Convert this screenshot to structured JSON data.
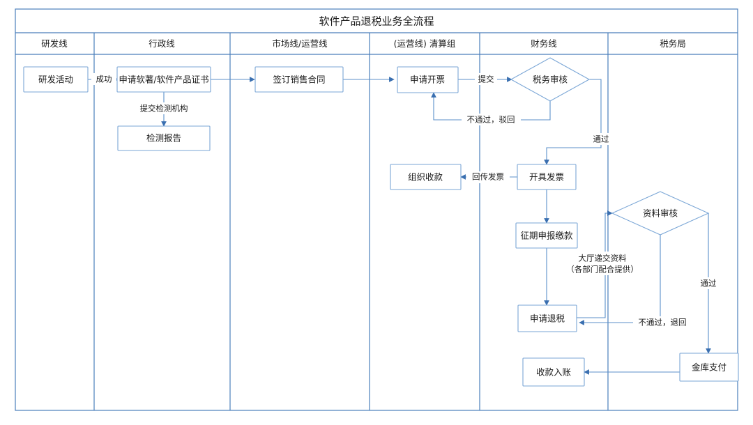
{
  "diagram": {
    "title": "软件产品退税业务全流程",
    "type": "swimlane-flowchart",
    "lanes": [
      {
        "id": "rd",
        "label": "研发线"
      },
      {
        "id": "admin",
        "label": "行政线"
      },
      {
        "id": "market",
        "label": "市场线/运营线"
      },
      {
        "id": "clear",
        "label": "(运营线) 清算组"
      },
      {
        "id": "finance",
        "label": "财务线"
      },
      {
        "id": "tax",
        "label": "税务局"
      }
    ],
    "nodes": [
      {
        "id": "n1",
        "lane": "rd",
        "shape": "box",
        "label": "研发活动"
      },
      {
        "id": "n2",
        "lane": "admin",
        "shape": "box",
        "label": "申请软著/软件产品证书"
      },
      {
        "id": "n3",
        "lane": "admin",
        "shape": "box",
        "label": "检测报告"
      },
      {
        "id": "n4",
        "lane": "market",
        "shape": "box",
        "label": "签订销售合同"
      },
      {
        "id": "n5",
        "lane": "clear",
        "shape": "box",
        "label": "申请开票"
      },
      {
        "id": "n6",
        "lane": "finance",
        "shape": "diamond",
        "label": "税务审核"
      },
      {
        "id": "n7",
        "lane": "finance",
        "shape": "box",
        "label": "开具发票"
      },
      {
        "id": "n8",
        "lane": "clear",
        "shape": "box",
        "label": "组织收款"
      },
      {
        "id": "n9",
        "lane": "finance",
        "shape": "box",
        "label": "征期申报缴款"
      },
      {
        "id": "n10",
        "lane": "tax",
        "shape": "diamond",
        "label": "资料审核"
      },
      {
        "id": "n11",
        "lane": "finance",
        "shape": "box",
        "label": "申请退税"
      },
      {
        "id": "n12",
        "lane": "tax",
        "shape": "box",
        "label": "金库支付"
      },
      {
        "id": "n13",
        "lane": "finance",
        "shape": "box",
        "label": "收款入账"
      }
    ],
    "edges": [
      {
        "id": "e1",
        "from": "n1",
        "to": "n2",
        "label": "成功"
      },
      {
        "id": "e2",
        "from": "n2",
        "to": "n3",
        "label": "提交检测机构"
      },
      {
        "id": "e3",
        "from": "n2",
        "to": "n4",
        "label": ""
      },
      {
        "id": "e4",
        "from": "n4",
        "to": "n5",
        "label": ""
      },
      {
        "id": "e5",
        "from": "n5",
        "to": "n6",
        "label": "提交"
      },
      {
        "id": "e6",
        "from": "n6",
        "to": "n5",
        "label": "不通过，驳回"
      },
      {
        "id": "e7",
        "from": "n6",
        "to": "n7",
        "label": "通过"
      },
      {
        "id": "e8",
        "from": "n7",
        "to": "n8",
        "label": "回传发票"
      },
      {
        "id": "e9",
        "from": "n7",
        "to": "n9",
        "label": ""
      },
      {
        "id": "e10",
        "from": "n9",
        "to": "n11",
        "label": ""
      },
      {
        "id": "e11",
        "from": "n11",
        "to": "n10",
        "label": "大厅递交资料"
      },
      {
        "id": "e12",
        "from": "n11",
        "to": "n10",
        "label": "（各部门配合提供）"
      },
      {
        "id": "e13",
        "from": "n10",
        "to": "n11",
        "label": "不通过，退回"
      },
      {
        "id": "e14",
        "from": "n10",
        "to": "n12",
        "label": "通过"
      },
      {
        "id": "e15",
        "from": "n12",
        "to": "n13",
        "label": ""
      }
    ],
    "edge_labels": {
      "success": "成功",
      "submit_testing": "提交检测机构",
      "submit": "提交",
      "reject": "不通过，驳回",
      "pass_tax_review": "通过",
      "return_invoice": "回传发票",
      "hall_submit_1": "大厅递交资料",
      "hall_submit_2": "（各部门配合提供）",
      "reject_return": "不通过，退回",
      "pass_doc_review": "通过"
    },
    "colors": {
      "frame_stroke": "#4a7ebb",
      "node_stroke": "#7aa6d6",
      "line_stroke": "#5b8fc9",
      "text": "#1a1a1a",
      "background": "#ffffff"
    }
  }
}
